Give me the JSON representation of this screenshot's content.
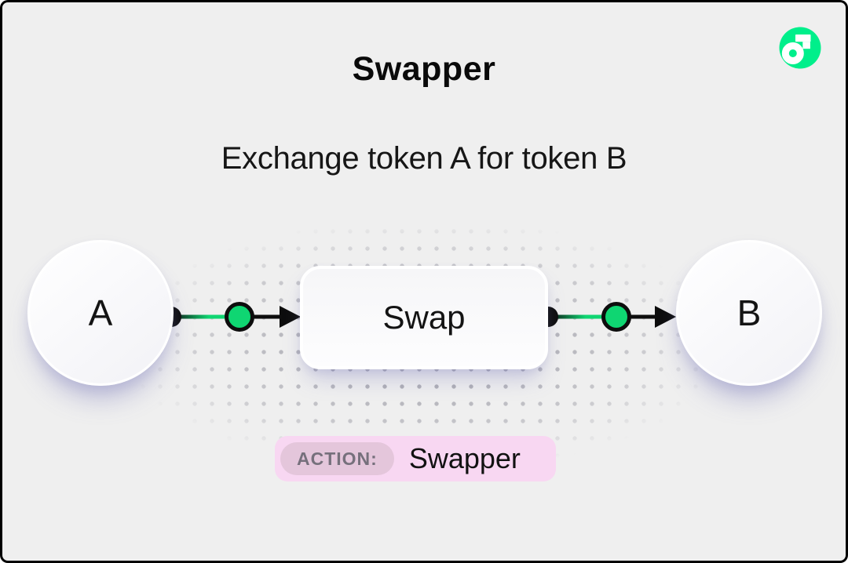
{
  "header": {
    "title": "Swapper",
    "subtitle": "Exchange token A for token B",
    "logo_icon": "flow-logo"
  },
  "diagram": {
    "token_a": {
      "label": "A"
    },
    "swap": {
      "label": "Swap"
    },
    "token_b": {
      "label": "B"
    },
    "flow_order": [
      "A",
      "Swap",
      "B"
    ]
  },
  "action_badge": {
    "label": "ACTION:",
    "value": "Swapper"
  },
  "colors": {
    "canvas_background": "#efefef",
    "frame_border": "#000000",
    "flow_logo_green": "#00ef8b",
    "connector_green": "#0fd672",
    "connector_black": "#0d0d0d",
    "node_fill": "#fafafc",
    "node_shadow": "rgba(116,116,184,0.4)",
    "badge_background": "#f8d7f2",
    "badge_label_background": "#e4c6db",
    "badge_label_text": "#76707c",
    "text_primary": "#0d0d0d",
    "dot_grid": "#afafb6"
  }
}
